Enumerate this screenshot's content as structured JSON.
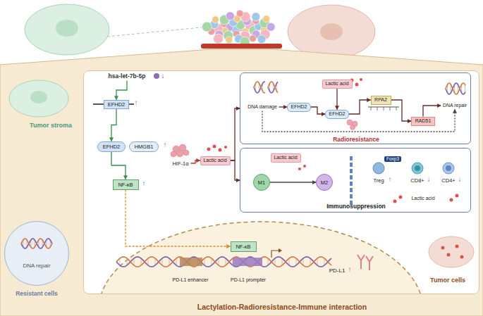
{
  "diagram": {
    "nodes": [
      {
        "text": [
          "Lactylation-Radioresistance-Immune interaction"
        ]
      },
      {
        "text": [
          "Tumor cells"
        ],
        "in": 0
      },
      {
        "text": [
          "hsa-let-7b-5p"
        ],
        "in": 1
      },
      {
        "text": [
          "EFHD2"
        ],
        "in": 1
      },
      {
        "text": [
          "EFHD2"
        ],
        "in": 1
      },
      {
        "text": [
          "HMGB1"
        ],
        "in": 1
      },
      {
        "text": [
          "NF-κB"
        ],
        "in": 1
      },
      {
        "text": [
          "HIF-1α"
        ],
        "in": 1
      },
      {
        "text": [
          "Lactic acid"
        ],
        "in": 1
      },
      {
        "text": [
          "Radioresistance"
        ],
        "in": 1
      },
      {
        "text": [
          "DNA damage"
        ],
        "in": 9
      },
      {
        "text": [
          "EFHD2"
        ],
        "in": 9
      },
      {
        "text": [
          "Lactic acid"
        ],
        "in": 9
      },
      {
        "text": [
          "EFHD2"
        ],
        "in": 9
      },
      {
        "text": [
          "RPA2"
        ],
        "in": 9
      },
      {
        "text": [
          "RAD51"
        ],
        "in": 9
      },
      {
        "text": [
          "DNA repair"
        ],
        "in": 9
      },
      {
        "text": [
          "Immunosuppression"
        ],
        "in": 1
      },
      {
        "text": [
          "Lactic acid"
        ],
        "in": 17
      },
      {
        "text": [
          "M1"
        ],
        "in": 17
      },
      {
        "text": [
          "M2"
        ],
        "in": 17
      },
      {
        "text": [
          "Treg"
        ],
        "in": 17
      },
      {
        "text": [
          "Foxp3"
        ],
        "in": 17
      },
      {
        "text": [
          "CD8+"
        ],
        "in": 17
      },
      {
        "text": [
          "CD4+"
        ],
        "in": 17
      },
      {
        "text": [
          "NF-κB"
        ],
        "in": 1
      },
      {
        "text": [
          "DNA repair",
          "Resistant cells"
        ],
        "in": 0
      }
    ],
    "edges": [
      {
        "from": 2,
        "to": 3,
        "arrow": "to"
      },
      {
        "from": 3,
        "to": 4,
        "arrow": "to"
      },
      {
        "from": 4,
        "to": 6,
        "arrow": "to"
      },
      {
        "from": 6,
        "to": 25,
        "arrow": "to"
      },
      {
        "from": 7,
        "to": 8,
        "arrow": "to"
      },
      {
        "from": 8,
        "to": 9,
        "arrow": "to"
      },
      {
        "from": 8,
        "to": 17,
        "arrow": "to"
      },
      {
        "from": 10,
        "to": 11,
        "arrow": "to"
      },
      {
        "from": 11,
        "to": 13,
        "arrow": "to"
      },
      {
        "from": 12,
        "to": 13,
        "arrow": "to"
      },
      {
        "from": 13,
        "to": 14,
        "arrow": "to"
      },
      {
        "from": 14,
        "to": 15,
        "arrow": "to"
      },
      {
        "from": 15,
        "to": 16,
        "arrow": "to"
      },
      {
        "from": 10,
        "to": 16,
        "arrow": "to"
      },
      {
        "from": 19,
        "to": 20,
        "arrow": "to"
      }
    ],
    "labels": [
      "↓",
      "↑",
      "↑",
      "↑",
      "Tumor stroma",
      "PD-L1 enhancer",
      "PD-L1 prompter",
      "PD-L1",
      "↑",
      "↑",
      "↓",
      "↓",
      "Lactic acid"
    ]
  }
}
